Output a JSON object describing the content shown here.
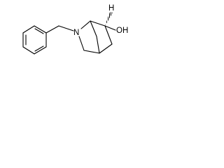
{
  "molecule": {
    "atoms": {
      "nitrogen": "N",
      "hydrogen": "H",
      "hydroxyl": "OH"
    },
    "colors": {
      "ink": "#000000",
      "background": "#ffffff"
    }
  }
}
